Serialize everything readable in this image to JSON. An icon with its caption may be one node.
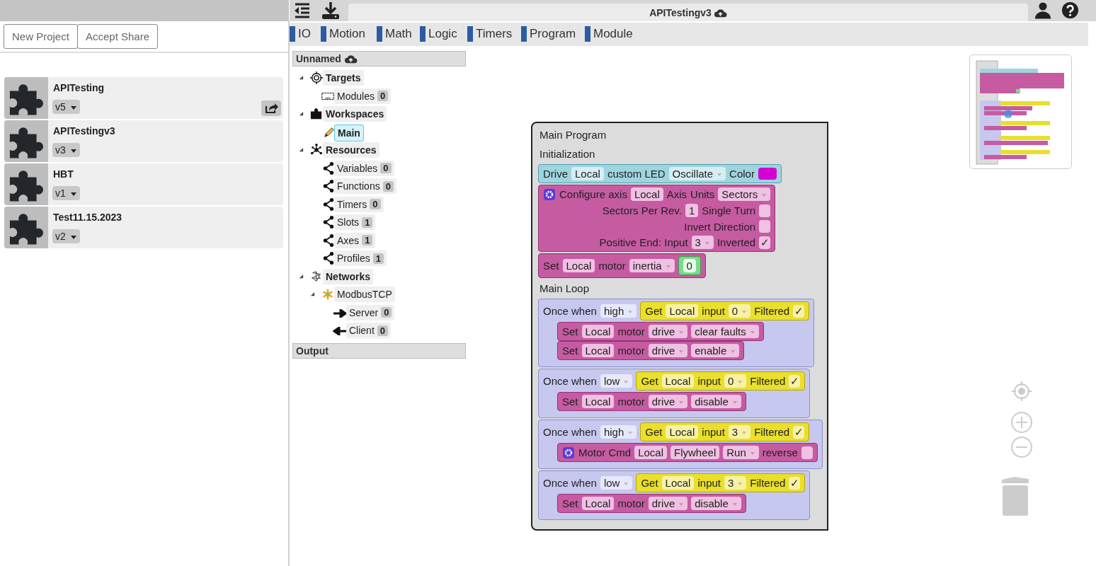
{
  "diagram": {
    "nodes": [
      {
        "text": [
          "APITesting",
          "v5"
        ]
      },
      {
        "text": [
          "APITestingv3",
          "v3"
        ]
      },
      {
        "text": [
          "HBT",
          "v1"
        ]
      },
      {
        "text": [
          "Test11.15.2023",
          "v2"
        ]
      },
      {
        "text": [
          "Unnamed"
        ]
      },
      {
        "text": [
          "Targets"
        ]
      },
      {
        "text": [
          "Modules",
          "0"
        ]
      },
      {
        "text": [
          "Workspaces"
        ]
      },
      {
        "text": [
          "Main"
        ]
      },
      {
        "text": [
          "Resources"
        ]
      },
      {
        "text": [
          "Variables",
          "0"
        ]
      },
      {
        "text": [
          "Functions",
          "0"
        ]
      },
      {
        "text": [
          "Timers",
          "0"
        ]
      },
      {
        "text": [
          "Slots",
          "1"
        ]
      },
      {
        "text": [
          "Axes",
          "1"
        ]
      },
      {
        "text": [
          "Profiles",
          "1"
        ]
      },
      {
        "text": [
          "Networks"
        ]
      },
      {
        "text": [
          "ModbusTCP"
        ]
      },
      {
        "text": [
          "Server",
          "0"
        ]
      },
      {
        "text": [
          "Client",
          "0"
        ]
      },
      {
        "text": [
          "Output"
        ]
      },
      {
        "text": [
          "Main Program",
          "Initialization",
          "Main Loop"
        ]
      },
      {
        "text": [
          "Drive",
          "Local",
          "custom LED",
          "Oscillate",
          "Color"
        ],
        "in": 21
      },
      {
        "text": [
          "Configure axis",
          "Local",
          "Axis",
          "Units",
          "Sectors",
          "Sectors Per Rev.",
          "1",
          "Single Turn",
          "Invert Direction",
          "Positive End: Input",
          "3",
          "Inverted",
          "✓"
        ],
        "in": 21
      },
      {
        "text": [
          "Set",
          "Local",
          "motor",
          "inertia"
        ],
        "in": 21
      },
      {
        "text": [
          "0"
        ],
        "in": 24
      },
      {
        "text": [
          "Once when",
          "high"
        ],
        "in": 21
      },
      {
        "text": [
          "Get",
          "Local",
          "input",
          "0",
          "Filtered",
          "✓"
        ],
        "in": 26
      },
      {
        "text": [
          "Set",
          "Local",
          "motor",
          "drive",
          "clear faults"
        ],
        "in": 26
      },
      {
        "text": [
          "Set",
          "Local",
          "motor",
          "drive",
          "enable"
        ],
        "in": 26
      },
      {
        "text": [
          "Once when",
          "low"
        ],
        "in": 21
      },
      {
        "text": [
          "Get",
          "Local",
          "input",
          "0",
          "Filtered",
          "✓"
        ],
        "in": 30
      },
      {
        "text": [
          "Set",
          "Local",
          "motor",
          "drive",
          "disable"
        ],
        "in": 30
      },
      {
        "text": [
          "Once when",
          "high"
        ],
        "in": 21
      },
      {
        "text": [
          "Get",
          "Local",
          "input",
          "3",
          "Filtered",
          "✓"
        ],
        "in": 33
      },
      {
        "text": [
          "Motor Cmd",
          "Local",
          "Flywheel",
          "Run",
          "reverse"
        ],
        "in": 33
      },
      {
        "text": [
          "Once when",
          "low"
        ],
        "in": 21
      },
      {
        "text": [
          "Get",
          "Local",
          "input",
          "3",
          "Filtered",
          "✓"
        ],
        "in": 36
      },
      {
        "text": [
          "Set",
          "Local",
          "motor",
          "drive",
          "disable"
        ],
        "in": 36
      }
    ],
    "labels": [
      "New Project",
      "Accept Share",
      "APITestingv3",
      "IO",
      "Motion",
      "Math",
      "Logic",
      "Timers",
      "Program",
      "Module"
    ]
  }
}
